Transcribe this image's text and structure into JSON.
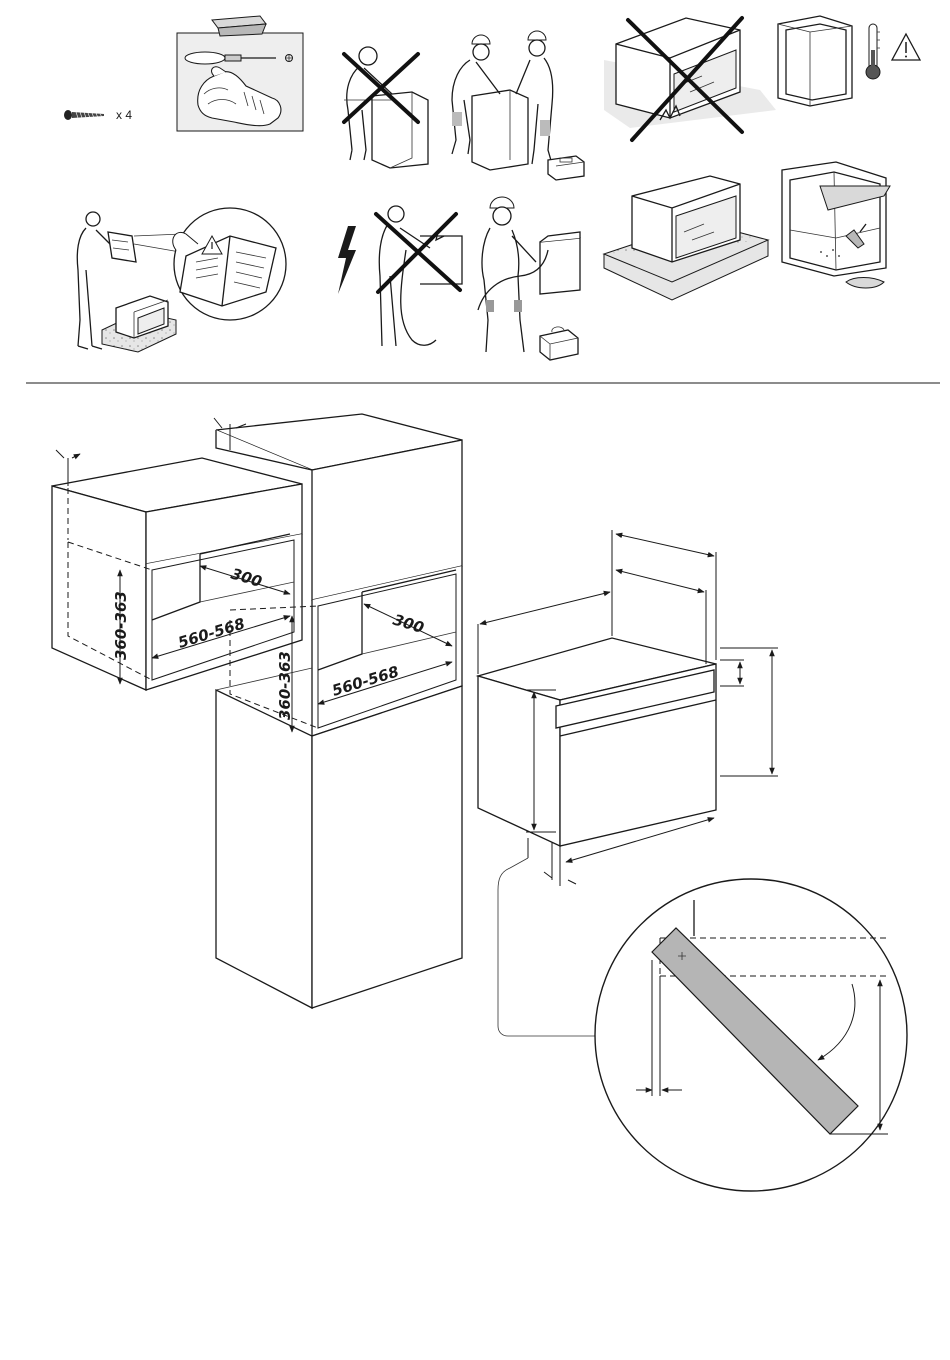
{
  "screw_quantity": "x 4",
  "upper_cabinet": {
    "depth_label": "300",
    "width_label": "560-568",
    "height_label": "360-363"
  },
  "column_cabinet": {
    "depth_label": "300",
    "width_label": "560-568",
    "height_label": "360-363"
  },
  "icons": [
    "screw-icon",
    "glove-icon",
    "screwdriver-icon",
    "thermometer-icon",
    "warning-icon",
    "lightning-icon",
    "toolbox-icon"
  ]
}
